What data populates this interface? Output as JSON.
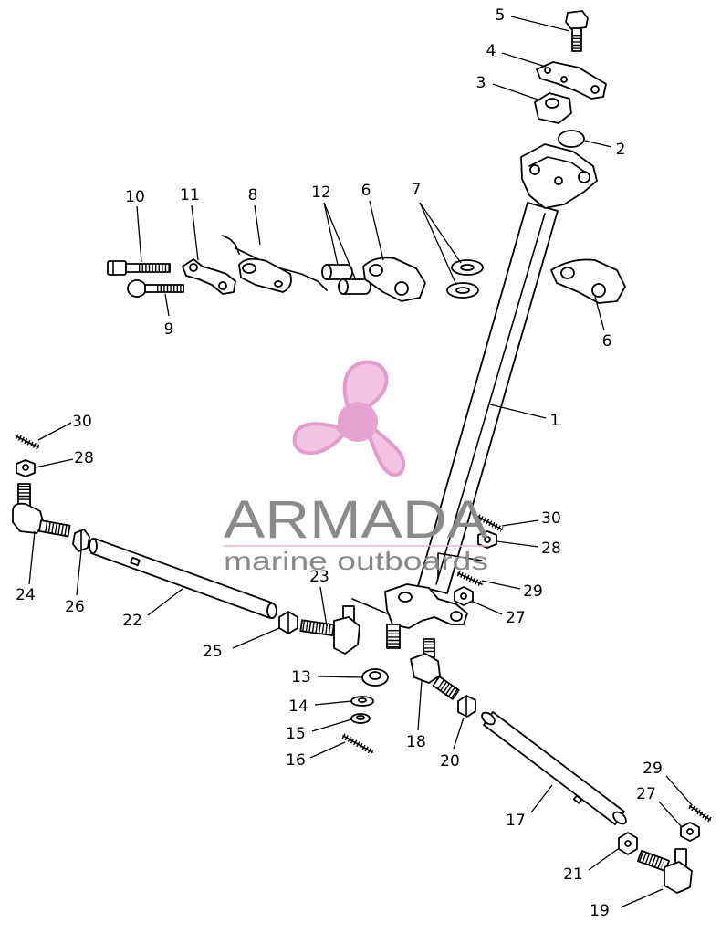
{
  "labels": [
    "5",
    "4",
    "3",
    "2",
    "10",
    "11",
    "8",
    "12",
    "6",
    "7",
    "9",
    "6",
    "1",
    "30",
    "28",
    "24",
    "26",
    "22",
    "23",
    "25",
    "30",
    "28",
    "29",
    "27",
    "13",
    "14",
    "15",
    "16",
    "18",
    "20",
    "17",
    "29",
    "27",
    "21",
    "19"
  ],
  "watermark": {
    "brand": "ARMADA",
    "tagline": "marine outboards"
  },
  "colors": {
    "line": "#000000",
    "logo_blade_fill": "#f3c4e2",
    "logo_blade_stroke": "#e29ccb",
    "logo_hub": "#e6a2d0",
    "watermark_text": "#8a8a8a",
    "watermark_rule": "#e9b3d6"
  }
}
